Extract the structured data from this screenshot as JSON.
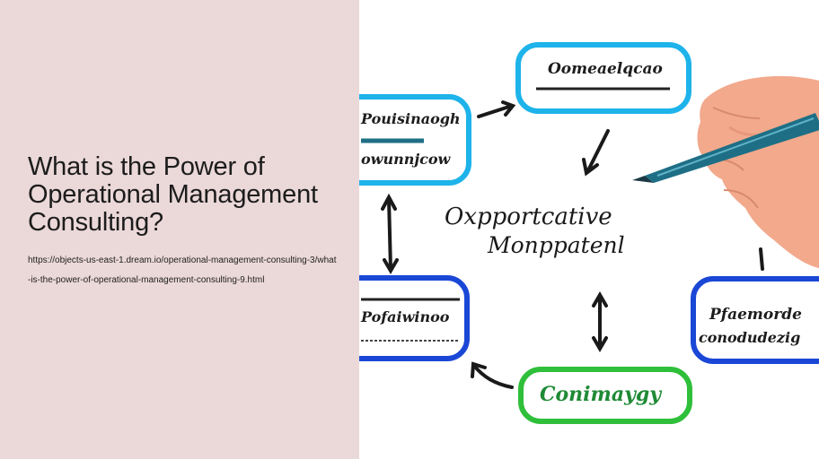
{
  "article": {
    "title": "What is the Power of Operational Management Consulting?",
    "url": "https://objects-us-east-1.dream.io/operational-management-consulting-3/what-is-the-power-of-operational-management-consulting-9.html"
  },
  "illustration": {
    "center_line1": "Oxpportcative",
    "center_line2": "Monppatenl",
    "top_box": "Oomeaelqcao",
    "left_top_box_line1": "Pouisinaogh",
    "left_top_box_line2": "owunnjcow",
    "left_bottom_box": "Pofaiwinoo",
    "right_box_line1": "Pfaemorde",
    "right_box_line2": "conodudezig",
    "bottom_box": "Conimaygy",
    "colors": {
      "blue": "#1eb3ea",
      "navy": "#1a47d6",
      "green": "#2fbf3a",
      "skin": "#f2a98c",
      "pen": "#1e6f86"
    }
  }
}
